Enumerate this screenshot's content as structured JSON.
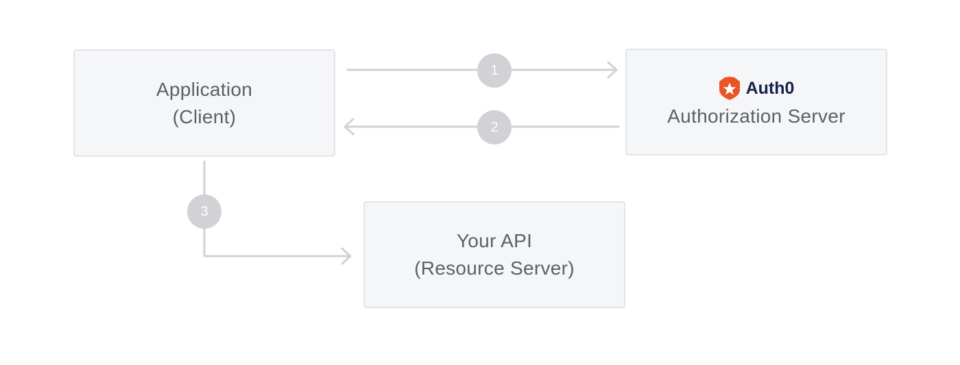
{
  "nodes": {
    "application": {
      "line1": "Application",
      "line2": "(Client)"
    },
    "authorization_server": {
      "brand": "Auth0",
      "label": "Authorization Server"
    },
    "api": {
      "line1": "Your API",
      "line2": "(Resource Server)"
    }
  },
  "steps": [
    "1",
    "2",
    "3"
  ],
  "colors": {
    "box_fill": "#f5f6f8",
    "box_border": "#e3e4e7",
    "text": "#5c5f67",
    "connector": "#d1d2d5",
    "brand_orange": "#eb5424",
    "brand_text": "#16214d"
  },
  "icons": {
    "brand_logo": "auth0-shield-icon"
  }
}
